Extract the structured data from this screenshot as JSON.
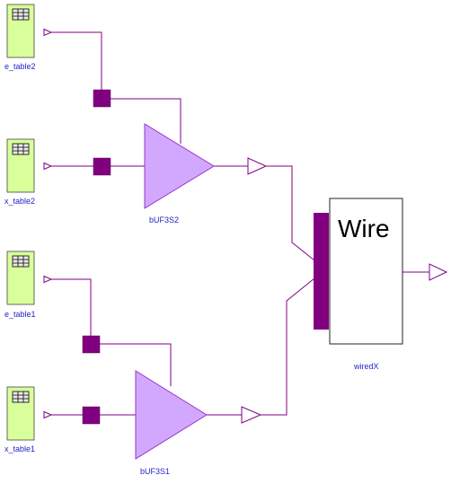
{
  "blocks": {
    "e_table2": {
      "label": "e_table2"
    },
    "x_table2": {
      "label": "x_table2"
    },
    "e_table1": {
      "label": "e_table1"
    },
    "x_table1": {
      "label": "x_table1"
    },
    "amp_top": {
      "label": "bUF3S2"
    },
    "amp_bottom": {
      "label": "bUF3S1"
    },
    "wired": {
      "title": "Wire",
      "label": "wiredX"
    }
  },
  "colors": {
    "wire": "#800080",
    "table_fill": "#d9ff9a",
    "amp_fill": "#d2a8ff",
    "label_text": "#2323c8"
  },
  "icons": [
    "table-icon",
    "triangle-port-icon",
    "square-junction-icon",
    "buffer-triangle-icon"
  ]
}
